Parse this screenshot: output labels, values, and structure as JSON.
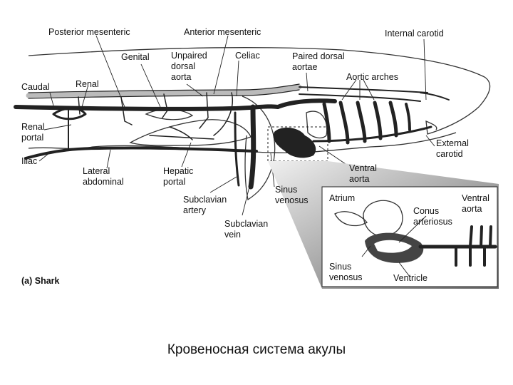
{
  "labels": {
    "posterior_mesenteric": "Posterior mesenteric",
    "anterior_mesenteric": "Anterior mesenteric",
    "internal_carotid": "Internal carotid",
    "genital": "Genital",
    "unpaired_dorsal_aorta": [
      "Unpaired",
      "dorsal",
      "aorta"
    ],
    "celiac": "Celiac",
    "paired_dorsal_aortae": [
      "Paired dorsal",
      "aortae"
    ],
    "aortic_arches": "Aortic arches",
    "caudal": "Caudal",
    "renal": "Renal",
    "renal_portal": [
      "Renal",
      "portal"
    ],
    "iliac": "Iliac",
    "external_carotid": [
      "External",
      "carotid"
    ],
    "lateral_abdominal": [
      "Lateral",
      "abdominal"
    ],
    "hepatic_portal": [
      "Hepatic",
      "portal"
    ],
    "ventral_aorta": [
      "Ventral",
      "aorta"
    ],
    "subclavian_artery": [
      "Subclavian",
      "artery"
    ],
    "sinus_venosus": [
      "Sinus",
      "venosus"
    ],
    "subclavian_vein": [
      "Subclavian",
      "vein"
    ],
    "panel_label": "(a) Shark"
  },
  "inset_labels": {
    "atrium": "Atrium",
    "ventral_aorta": [
      "Ventral",
      "aorta"
    ],
    "conus_arteriosus": [
      "Conus",
      "arteriosus"
    ],
    "sinus_venosus": [
      "Sinus",
      "venosus"
    ],
    "ventricle": "Ventricle"
  },
  "caption": "Кровеносная система акулы"
}
